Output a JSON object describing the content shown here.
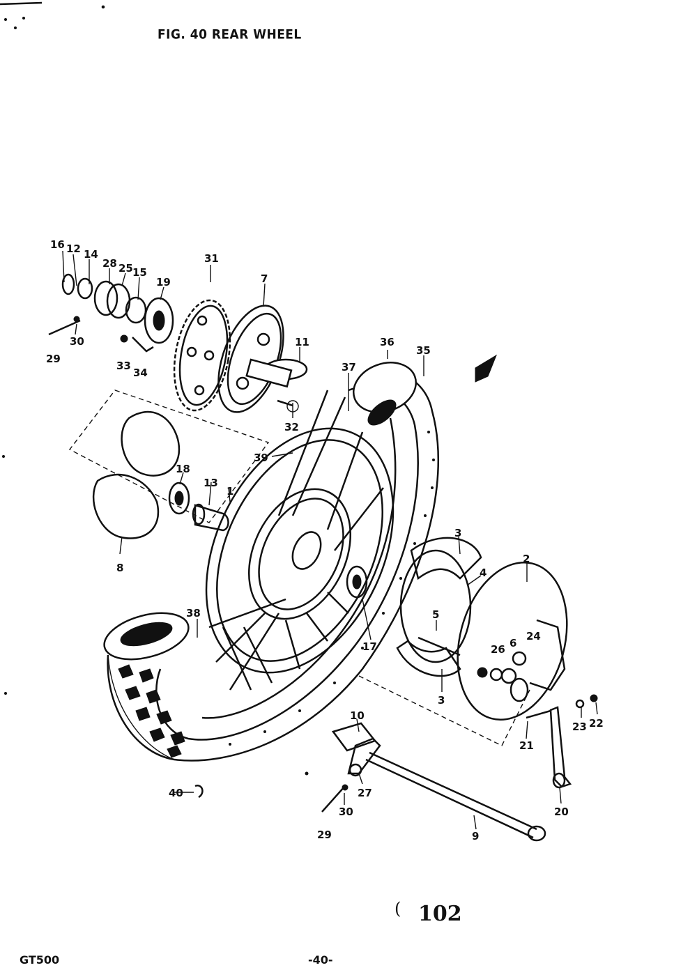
{
  "header": {
    "title": "FIG. 40   REAR WHEEL"
  },
  "footer": {
    "model": "GT500",
    "page": "-40-",
    "page_mark": "(",
    "page_number": "102"
  },
  "callouts": [
    "16",
    "12",
    "14",
    "28",
    "25",
    "15",
    "19",
    "31",
    "7",
    "11",
    "36",
    "35",
    "37",
    "29",
    "30",
    "33",
    "34",
    "32",
    "39",
    "18",
    "13",
    "1",
    "8",
    "3",
    "4",
    "2",
    "5",
    "26",
    "6",
    "24",
    "38",
    "17",
    "3",
    "10",
    "21",
    "23",
    "22",
    "27",
    "20",
    "40",
    "30",
    "29",
    "9"
  ]
}
